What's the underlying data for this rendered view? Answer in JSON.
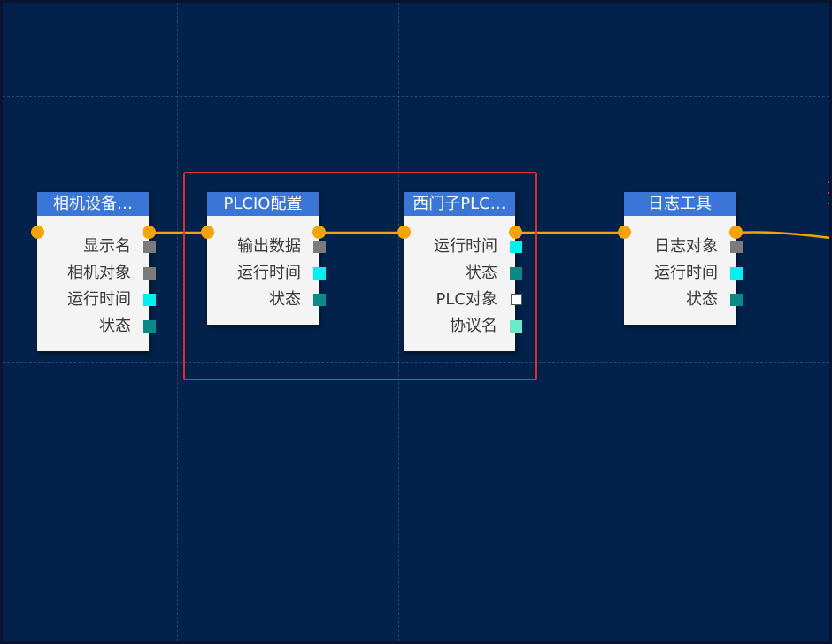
{
  "colors": {
    "canvas_bg": "#02224b",
    "node_header": "#3a76d8",
    "node_body": "#f4f4f4",
    "link": "#f4a30a",
    "selection": "#e02c2c",
    "port_gray": "#7b7b7b",
    "port_cyan": "#00f0f0",
    "port_teal": "#0a8a86",
    "port_mint": "#6de8c8"
  },
  "nodes": [
    {
      "title": "相机设备…",
      "ports": [
        {
          "label": "显示名",
          "type": "gray"
        },
        {
          "label": "相机对象",
          "type": "gray"
        },
        {
          "label": "运行时间",
          "type": "cyan"
        },
        {
          "label": "状态",
          "type": "teal"
        }
      ]
    },
    {
      "title": "PLCIO配置",
      "ports": [
        {
          "label": "输出数据",
          "type": "gray"
        },
        {
          "label": "运行时间",
          "type": "cyan"
        },
        {
          "label": "状态",
          "type": "teal"
        }
      ]
    },
    {
      "title": "西门子PLC…",
      "ports": [
        {
          "label": "运行时间",
          "type": "cyan"
        },
        {
          "label": "状态",
          "type": "teal"
        },
        {
          "label": "PLC对象",
          "type": "empty"
        },
        {
          "label": "协议名",
          "type": "mint"
        }
      ]
    },
    {
      "title": "日志工具",
      "ports": [
        {
          "label": "日志对象",
          "type": "gray"
        },
        {
          "label": "运行时间",
          "type": "cyan"
        },
        {
          "label": "状态",
          "type": "teal"
        }
      ]
    }
  ]
}
